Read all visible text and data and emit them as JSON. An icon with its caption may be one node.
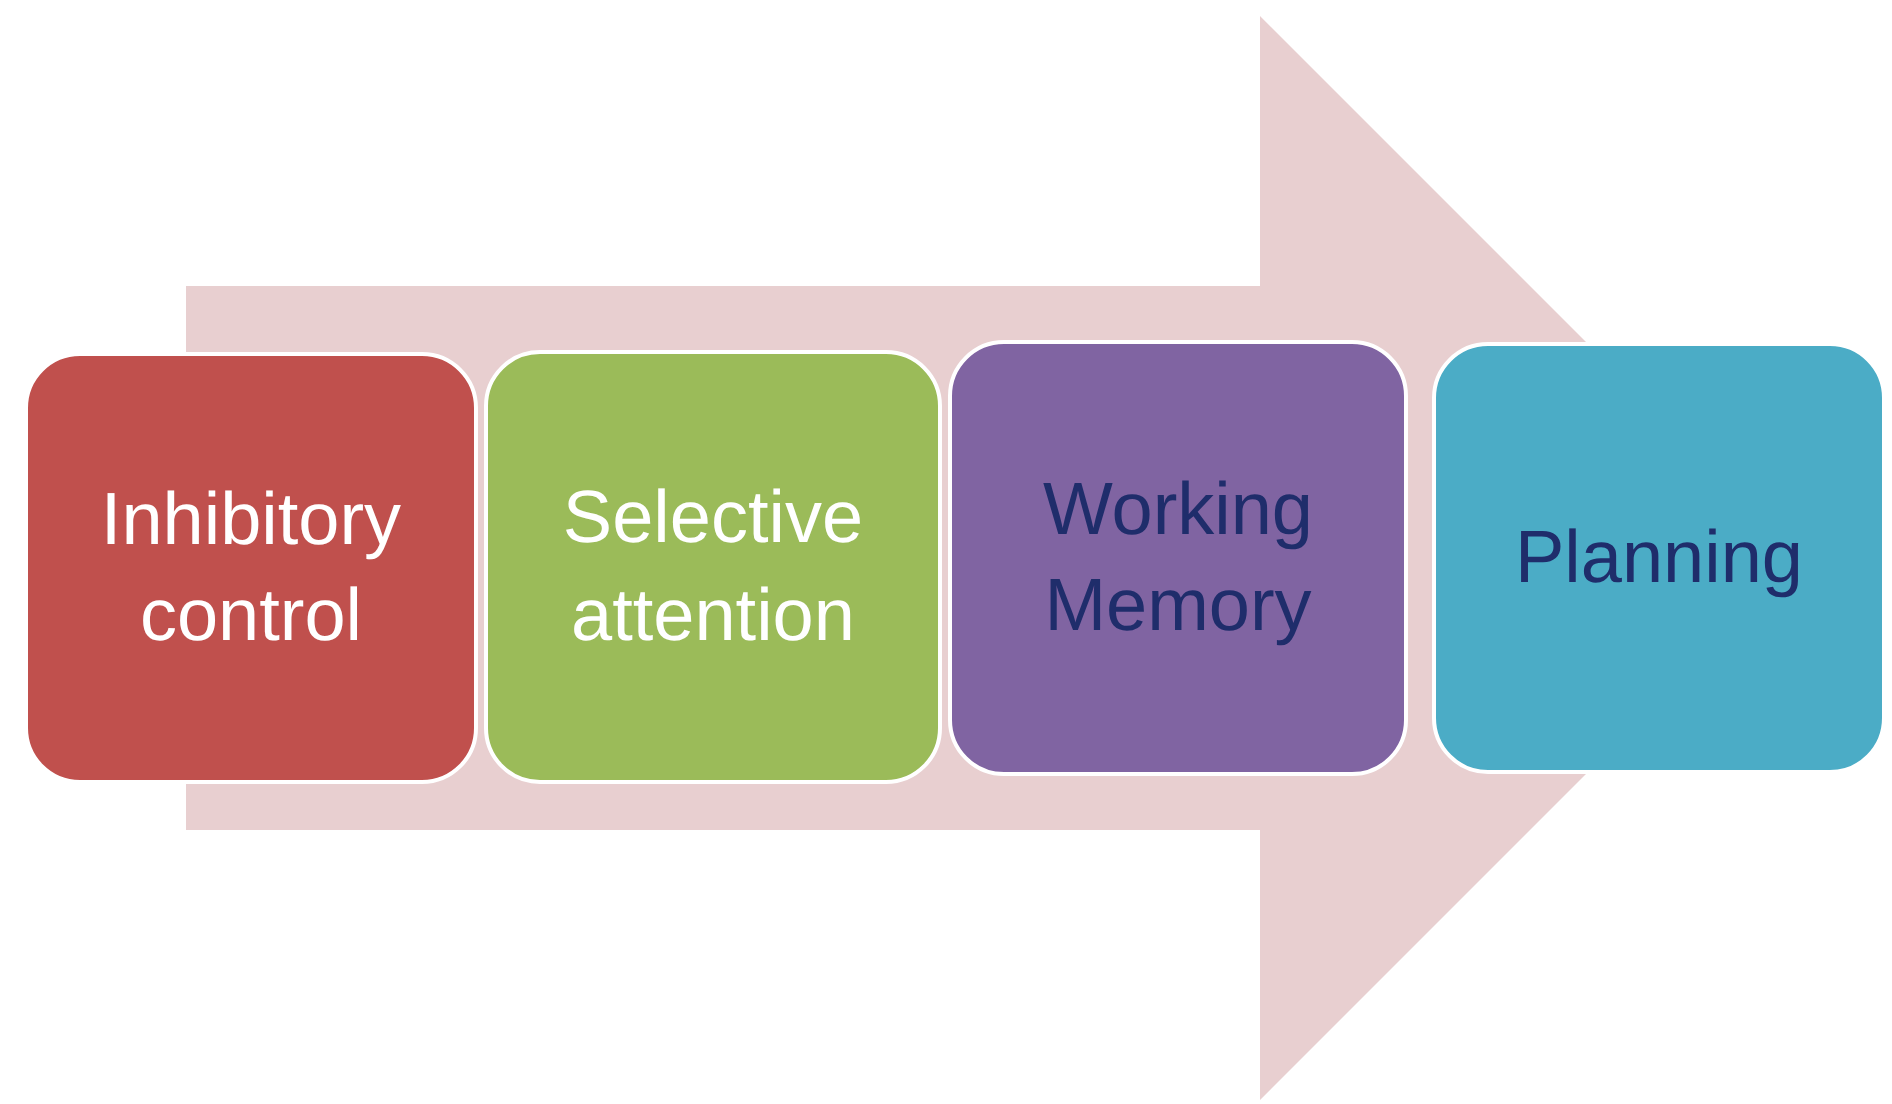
{
  "diagram": {
    "nodes": [
      {
        "text": [
          "Inhibitory control"
        ]
      },
      {
        "text": [
          "Selective attention"
        ]
      },
      {
        "text": [
          "Working Memory"
        ]
      },
      {
        "text": [
          "Planning"
        ]
      }
    ],
    "edges": [
      {
        "from": 0,
        "to": 3,
        "arrow": "to",
        "style": "thick"
      }
    ]
  }
}
